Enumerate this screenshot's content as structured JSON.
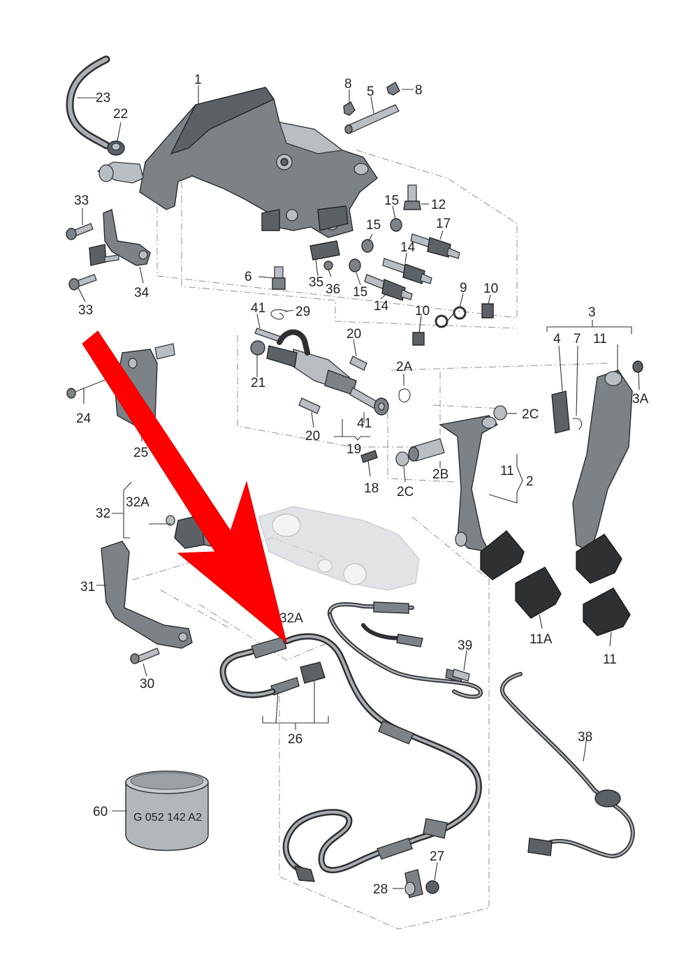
{
  "callouts": {
    "c1": "1",
    "c2": "2",
    "c2A": "2A",
    "c2B": "2B",
    "c2C_top": "2C",
    "c2C_bottom": "2C",
    "c3": "3",
    "c3A": "3A",
    "c4": "4",
    "c5": "5",
    "c6": "6",
    "c7": "7",
    "c8_left": "8",
    "c8_right": "8",
    "c9": "9",
    "c10_top": "10",
    "c10_bottom": "10",
    "c11_top": "11",
    "c11_side": "11",
    "c11_pedal": "11",
    "c11A": "11A",
    "c12": "12",
    "c14_top": "14",
    "c14_bottom": "14",
    "c15_a": "15",
    "c15_b": "15",
    "c15_c": "15",
    "c17": "17",
    "c18": "18",
    "c19": "19",
    "c20_top": "20",
    "c20_bottom": "20",
    "c21": "21",
    "c22": "22",
    "c23": "23",
    "c24": "24",
    "c25": "25",
    "c26": "26",
    "c27": "27",
    "c28": "28",
    "c29": "29",
    "c30": "30",
    "c31": "31",
    "c32": "32",
    "c32A_top": "32A",
    "c32A_mid": "32A",
    "c33_top": "33",
    "c33_bottom": "33",
    "c34": "34",
    "c35": "35",
    "c36": "36",
    "c38": "38",
    "c39": "39",
    "c41_top": "41",
    "c41_bottom": "41",
    "c60": "60"
  },
  "container_text": "G 052 142 A2",
  "colors": {
    "arrow": "#ff0000",
    "part": "#7c8286",
    "pad": "#2e3134",
    "ghost": "#d7dade"
  }
}
